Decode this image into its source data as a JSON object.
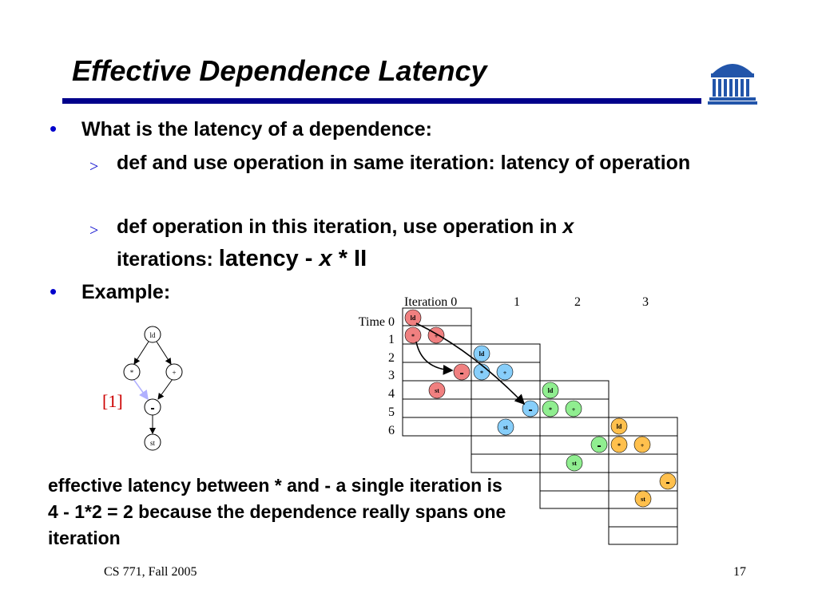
{
  "slide": {
    "title": "Effective Dependence Latency",
    "bullets": [
      {
        "text": "What is the latency of a dependence:",
        "subs": [
          {
            "text": "def and use operation in same iteration: latency of operation"
          },
          {
            "pre": "def operation in this iteration, use operation in ",
            "var": "x",
            "line2_pre": "iterations: ",
            "big": "latency - ",
            "big_var": "x",
            "big_post": " * II"
          }
        ]
      },
      {
        "text": "Example:"
      }
    ],
    "sub_marker": ">",
    "bullet_marker": "•",
    "paragraph": "effective latency between * and - a single iteration is 4 - 1*2 = 2 because the dependence really spans one iteration",
    "footer_left": "CS 771, Fall 2005",
    "footer_right": "17"
  },
  "dep_graph": {
    "nodes": [
      "ld",
      "*",
      "+",
      "-",
      "st"
    ],
    "edge_label": "[1]"
  },
  "schedule": {
    "iteration_header": [
      "Iteration 0",
      "1",
      "2",
      "3"
    ],
    "time_labels": [
      "Time 0",
      "1",
      "2",
      "3",
      "4",
      "5",
      "6"
    ],
    "ops": {
      "ld": "ld",
      "mul": "*",
      "add": "+",
      "sub": "-",
      "st": "st"
    },
    "colors": {
      "iter0": "#f08080",
      "iter1": "#87cefa",
      "iter2": "#90ee90",
      "iter3": "#ffc04d"
    }
  }
}
